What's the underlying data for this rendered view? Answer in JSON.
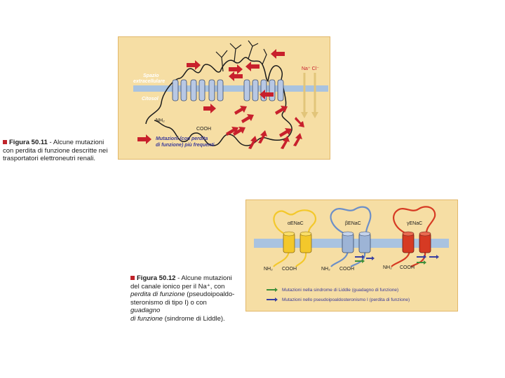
{
  "fig1": {
    "labels": {
      "extracellular_line1": "Spazio",
      "extracellular_line2": "extracellulare",
      "cytosol": "Citosol",
      "nh2": "NH₂",
      "cooh": "COOH",
      "ions": "Na⁺ Cl⁻",
      "legend_line1": "Mutazioni (con perdita",
      "legend_line2": "di funzione) più frequenti"
    },
    "caption": {
      "figure": "Figura 50.11",
      "line1_rest": " - Alcune mutazioni",
      "line2": "con perdita di funzione descritte nei",
      "line3": "trasportatori elettroneutri renali."
    },
    "colors": {
      "panel": "#f6dea4",
      "border": "#e2b86a",
      "membrane": "#a9c3e0",
      "arrow": "#c8202c"
    }
  },
  "fig2": {
    "labels": {
      "alpha": "αENaC",
      "beta": "βENaC",
      "gamma": "γENaC",
      "nh2": "NH₂",
      "cooh": "COOH",
      "legend_green": "Mutazioni nella sindrome di Liddle (guadagno di funzione)",
      "legend_blue": "Mutazioni nello pseudoipoaldosteronismo I (perdita di funzione)"
    },
    "caption": {
      "figure": "Figura 50.12",
      "line1_rest": " - Alcune mutazioni",
      "line2": "del canale ionico per il Na⁺, con",
      "line3_italic": "perdita di funzione",
      "line3_rest": " (pseudoipoaldo-",
      "line4_pre": "steronismo di tipo I) o con ",
      "line4_italic": "guadagno",
      "line5_italic": "di funzione",
      "line5_rest": " (sindrome di Liddle)."
    },
    "colors": {
      "panel": "#f6dea4",
      "yellow": "#f3c82b",
      "blue": "#9db4d6",
      "red": "#d63a23",
      "green_arrow": "#3f8f3a",
      "blue_arrow": "#3a3fa0"
    }
  }
}
